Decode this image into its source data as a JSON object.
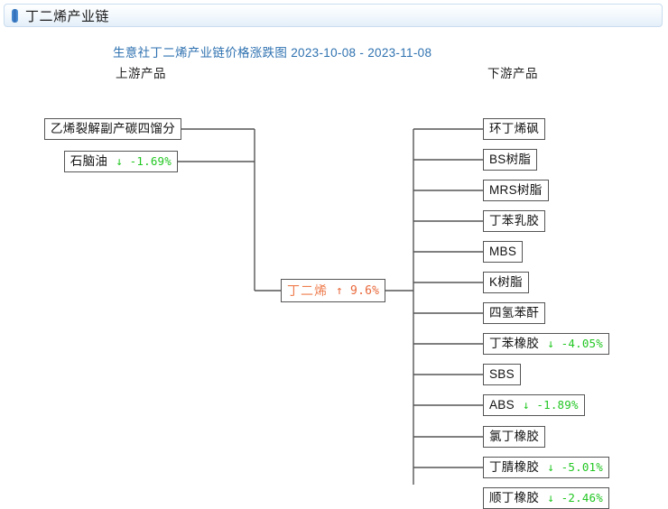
{
  "header": {
    "title": "丁二烯产业链",
    "marker_color": "#2f6cb5"
  },
  "chart": {
    "title": "生意社丁二烯产业链价格涨跌图 2023-10-08 - 2023-11-08",
    "title_color": "#2f72b0",
    "date_start": "2023-10-08",
    "date_end": "2023-11-08",
    "upstream_label": "上游产品",
    "downstream_label": "下游产品",
    "up_color": "#e8683b",
    "down_color": "#23c723",
    "up_arrow": "↑",
    "down_arrow": "↓"
  },
  "chart_data": {
    "type": "diagram",
    "title": "生意社丁二烯产业链价格涨跌图 2023-10-08 - 2023-11-08",
    "center": {
      "name": "丁二烯",
      "change": "9.6%",
      "direction": "up",
      "arrow": "↑",
      "change_label": "↑ 9.6%"
    },
    "upstream": [
      {
        "name": "乙烯裂解副产碳四馏分",
        "change": null,
        "direction": null,
        "arrow": "",
        "change_label": ""
      },
      {
        "name": "石脑油",
        "change": "-1.69%",
        "direction": "down",
        "arrow": "↓",
        "change_label": "↓ -1.69%"
      }
    ],
    "downstream": [
      {
        "name": "环丁烯砜",
        "change": null,
        "direction": null,
        "arrow": "",
        "change_label": ""
      },
      {
        "name": "BS树脂",
        "change": null,
        "direction": null,
        "arrow": "",
        "change_label": ""
      },
      {
        "name": "MRS树脂",
        "change": null,
        "direction": null,
        "arrow": "",
        "change_label": ""
      },
      {
        "name": "丁苯乳胶",
        "change": null,
        "direction": null,
        "arrow": "",
        "change_label": ""
      },
      {
        "name": "MBS",
        "change": null,
        "direction": null,
        "arrow": "",
        "change_label": ""
      },
      {
        "name": "K树脂",
        "change": null,
        "direction": null,
        "arrow": "",
        "change_label": ""
      },
      {
        "name": "四氢苯酐",
        "change": null,
        "direction": null,
        "arrow": "",
        "change_label": ""
      },
      {
        "name": "丁苯橡胶",
        "change": "-4.05%",
        "direction": "down",
        "arrow": "↓",
        "change_label": "↓ -4.05%"
      },
      {
        "name": "SBS",
        "change": null,
        "direction": null,
        "arrow": "",
        "change_label": ""
      },
      {
        "name": "ABS",
        "change": "-1.89%",
        "direction": "down",
        "arrow": "↓",
        "change_label": "↓ -1.89%"
      },
      {
        "name": "氯丁橡胶",
        "change": null,
        "direction": null,
        "arrow": "",
        "change_label": ""
      },
      {
        "name": "丁腈橡胶",
        "change": "-5.01%",
        "direction": "down",
        "arrow": "↓",
        "change_label": "↓ -5.01%"
      },
      {
        "name": "顺丁橡胶",
        "change": "-2.46%",
        "direction": "down",
        "arrow": "↓",
        "change_label": "↓ -2.46%"
      }
    ]
  }
}
